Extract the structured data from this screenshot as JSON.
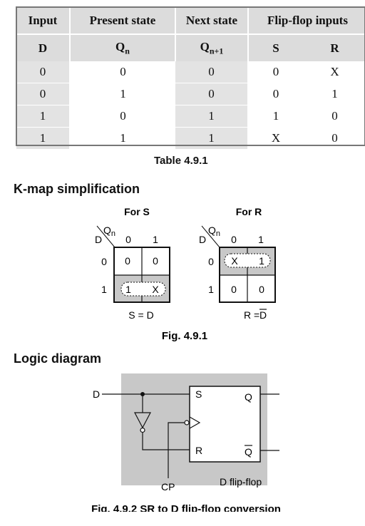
{
  "table": {
    "headers": [
      "Input",
      "Present state",
      "Next state",
      "Flip-flop inputs"
    ],
    "symbols": {
      "d": "D",
      "qn_base": "Q",
      "qn_sub": "n",
      "qn1_base": "Q",
      "qn1_sub": "n+1",
      "s": "S",
      "r": "R"
    },
    "rows": [
      [
        "0",
        "0",
        "0",
        "0",
        "X"
      ],
      [
        "0",
        "1",
        "0",
        "0",
        "1"
      ],
      [
        "1",
        "0",
        "1",
        "1",
        "0"
      ],
      [
        "1",
        "1",
        "1",
        "X",
        "0"
      ]
    ],
    "caption": "Table 4.9.1"
  },
  "kmap": {
    "heading": "K-map simplification",
    "s_map": {
      "title": "For S",
      "row_var": "D",
      "col_var": "Q",
      "col_sub": "n",
      "col_labels": [
        "0",
        "1"
      ],
      "row_labels": [
        "0",
        "1"
      ],
      "cells": [
        [
          "0",
          "0"
        ],
        [
          "1",
          "X"
        ]
      ],
      "equation": "S = D"
    },
    "r_map": {
      "title": "For R",
      "row_var": "D",
      "col_var": "Q",
      "col_sub": "n",
      "col_labels": [
        "0",
        "1"
      ],
      "row_labels": [
        "0",
        "1"
      ],
      "cells": [
        [
          "X",
          "1"
        ],
        [
          "0",
          "0"
        ]
      ],
      "equation_lhs": "R = ",
      "equation_rhs": "D"
    },
    "caption": "Fig. 4.9.1"
  },
  "logic": {
    "heading": "Logic diagram",
    "input_label": "D",
    "clock_label": "CP",
    "ff_s": "S",
    "ff_r": "R",
    "ff_q": "Q",
    "ff_qbar": "Q",
    "ff_label": "D flip-flop",
    "caption": "Fig. 4.9.2 SR to D flip-flop conversion"
  },
  "colors": {
    "shade": "#c8c8c8",
    "table_head": "#dcdcdc",
    "table_body": "#e3e3e3"
  }
}
